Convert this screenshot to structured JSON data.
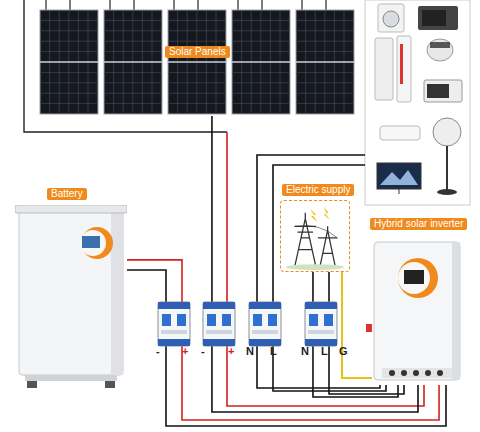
{
  "diagram": {
    "nodes": [
      {
        "text": [
          "Solar Panels"
        ]
      },
      {
        "text": [
          "Battery"
        ]
      },
      {
        "text": [
          "Electric supply"
        ]
      },
      {
        "text": [
          "Hybrid solar inverter"
        ]
      }
    ],
    "edges": [
      {
        "from": 1,
        "to": 3,
        "arrow": "none"
      },
      {
        "from": 0,
        "to": 3,
        "arrow": "none"
      },
      {
        "from": 2,
        "to": 3,
        "arrow": "none"
      }
    ],
    "labels": [
      "-",
      "+",
      "-",
      "+",
      "N",
      "L",
      "N",
      "L",
      "G"
    ]
  }
}
